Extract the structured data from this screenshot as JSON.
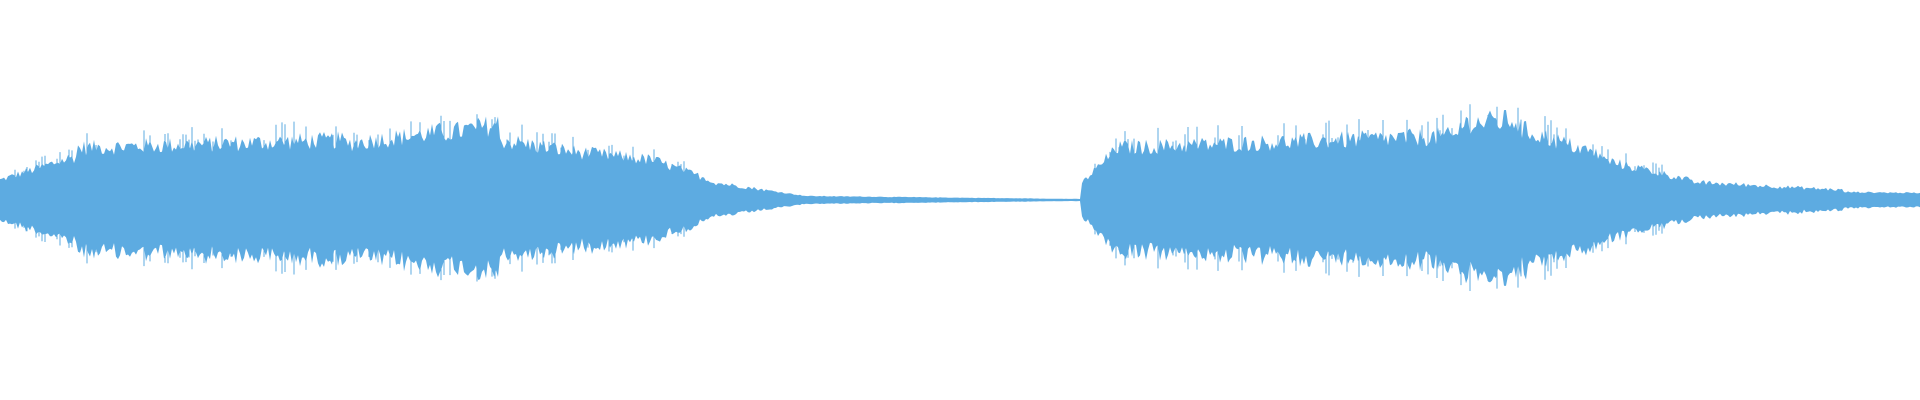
{
  "waveform": {
    "color": "#5dabe1",
    "background": "#ffffff",
    "description_free": true,
    "segments": [
      {
        "start": 0.0,
        "end": 0.04,
        "amp_start": 0.1,
        "amp_end": 0.22
      },
      {
        "start": 0.04,
        "end": 0.18,
        "amp_start": 0.26,
        "amp_end": 0.3
      },
      {
        "start": 0.18,
        "end": 0.23,
        "amp_start": 0.28,
        "amp_end": 0.34
      },
      {
        "start": 0.23,
        "end": 0.26,
        "amp_start": 0.33,
        "amp_end": 0.38
      },
      {
        "start": 0.26,
        "end": 0.3,
        "amp_start": 0.3,
        "amp_end": 0.24
      },
      {
        "start": 0.3,
        "end": 0.34,
        "amp_start": 0.24,
        "amp_end": 0.2
      },
      {
        "start": 0.34,
        "end": 0.37,
        "amp_start": 0.2,
        "amp_end": 0.1
      },
      {
        "start": 0.37,
        "end": 0.42,
        "amp_start": 0.09,
        "amp_end": 0.02
      },
      {
        "start": 0.42,
        "end": 0.563,
        "amp_start": 0.02,
        "amp_end": 0.005
      },
      {
        "start": 0.563,
        "end": 0.58,
        "amp_start": 0.08,
        "amp_end": 0.24
      },
      {
        "start": 0.58,
        "end": 0.76,
        "amp_start": 0.26,
        "amp_end": 0.32
      },
      {
        "start": 0.76,
        "end": 0.79,
        "amp_start": 0.38,
        "amp_end": 0.4
      },
      {
        "start": 0.79,
        "end": 0.835,
        "amp_start": 0.36,
        "amp_end": 0.22
      },
      {
        "start": 0.835,
        "end": 0.88,
        "amp_start": 0.2,
        "amp_end": 0.1
      },
      {
        "start": 0.88,
        "end": 0.96,
        "amp_start": 0.09,
        "amp_end": 0.05
      },
      {
        "start": 0.96,
        "end": 1.0,
        "amp_start": 0.04,
        "amp_end": 0.035
      }
    ]
  }
}
